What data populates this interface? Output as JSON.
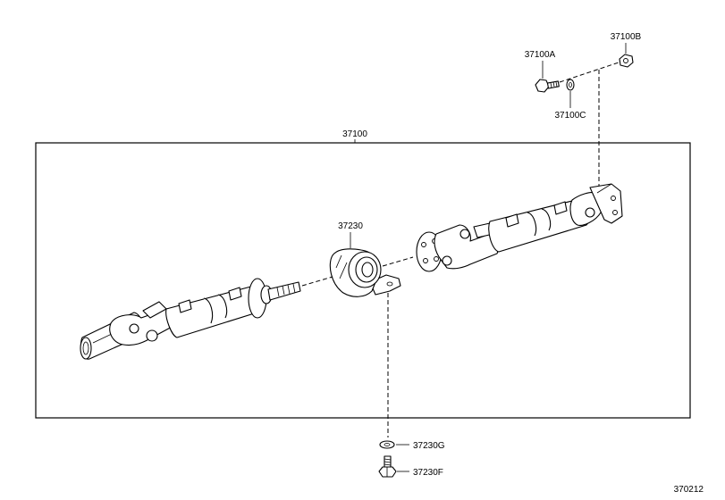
{
  "diagram": {
    "labels": {
      "assembly": "37100",
      "bolt_a": "37100A",
      "nut_b": "37100B",
      "washer_c": "37100C",
      "bearing": "37230",
      "washer_g": "37230G",
      "bolt_f": "37230F",
      "figure_no": "370212"
    }
  }
}
